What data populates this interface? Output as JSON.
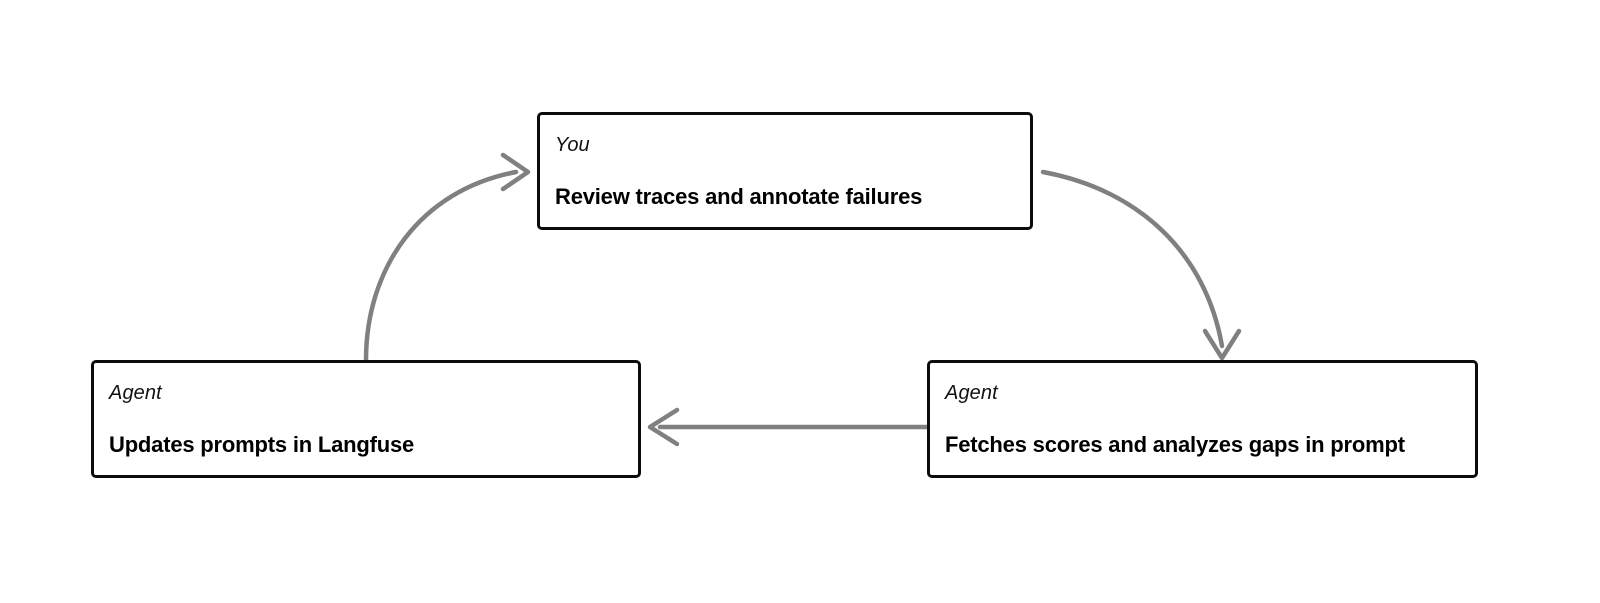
{
  "diagram": {
    "type": "cycle-flow",
    "background_color": "#ffffff",
    "node_border_color": "#0b0b0b",
    "arrow_color": "#808080",
    "nodes": [
      {
        "id": "you-review-traces",
        "role": "You",
        "title": "Review traces and annotate failures"
      },
      {
        "id": "agent-updates-prompts",
        "role": "Agent",
        "title": "Updates prompts in Langfuse"
      },
      {
        "id": "agent-fetches-scores",
        "role": "Agent",
        "title": "Fetches scores and analyzes gaps in prompt"
      }
    ],
    "edges": [
      {
        "id": "edge-updates-to-you",
        "from": "agent-updates-prompts",
        "to": "you-review-traces",
        "style": "curved",
        "label": ""
      },
      {
        "id": "edge-you-to-fetches",
        "from": "you-review-traces",
        "to": "agent-fetches-scores",
        "style": "curved",
        "label": ""
      },
      {
        "id": "edge-fetches-to-updates",
        "from": "agent-fetches-scores",
        "to": "agent-updates-prompts",
        "style": "straight",
        "label": ""
      }
    ]
  }
}
